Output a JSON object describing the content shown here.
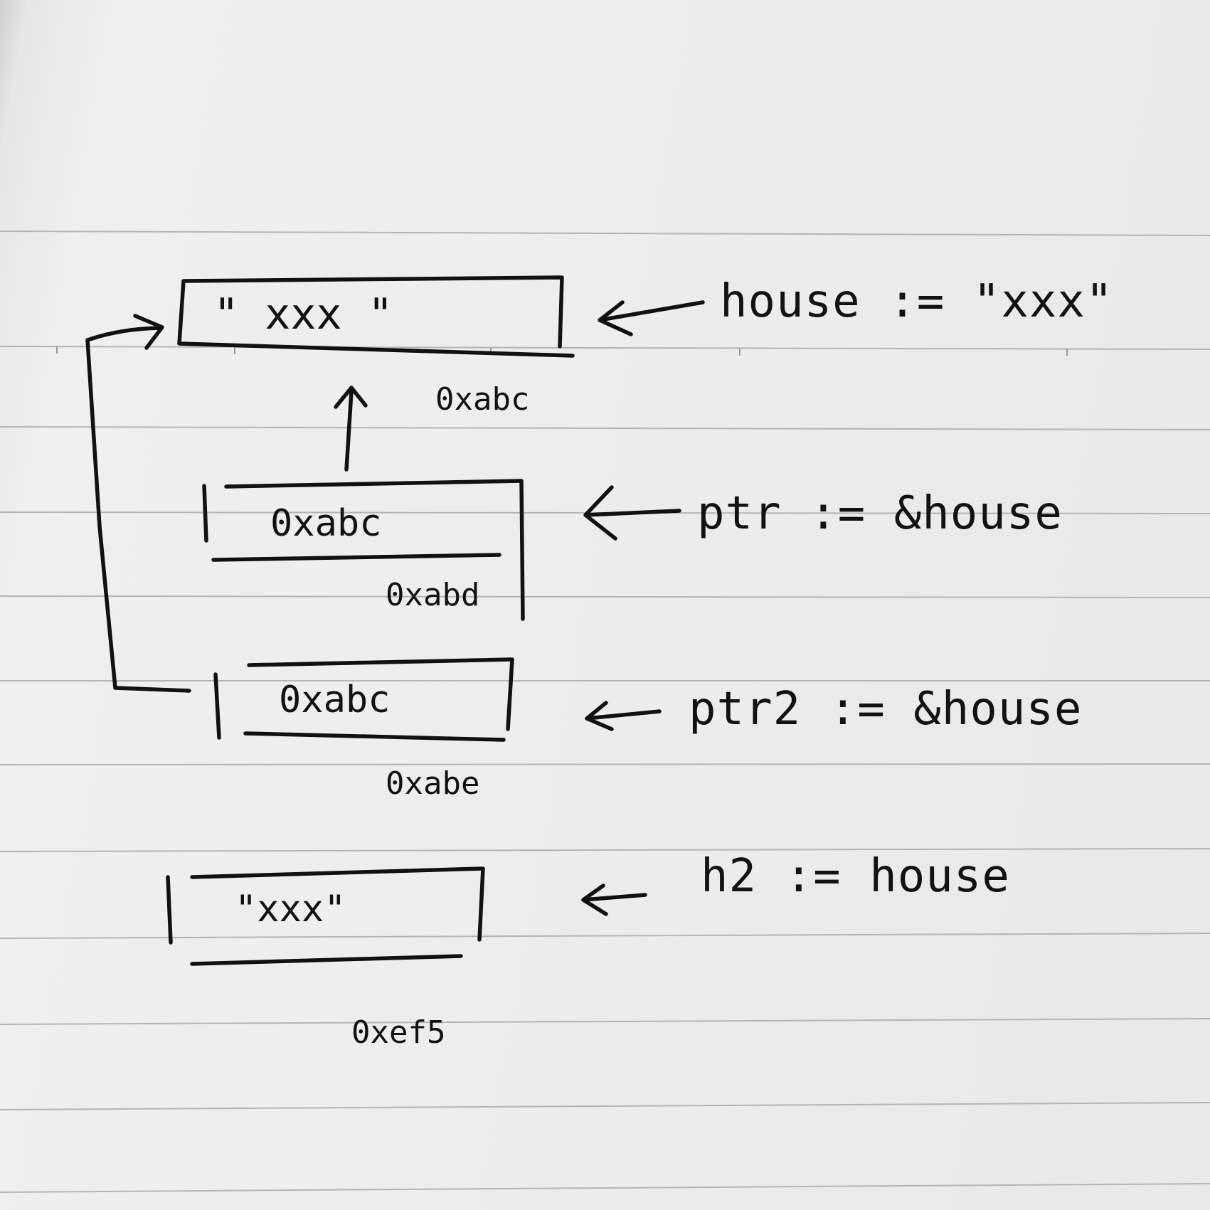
{
  "cells": [
    {
      "value": "\" xxx \"",
      "address": "0xabc",
      "statement": "house := \"xxx\""
    },
    {
      "value": "0xabc",
      "address": "0xabd",
      "statement": "ptr := &house"
    },
    {
      "value": "0xabc",
      "address": "0xabe",
      "statement": "ptr2 := &house"
    },
    {
      "value": "\"xxx\"",
      "address": "0xef5",
      "statement": "h2 := house"
    }
  ]
}
